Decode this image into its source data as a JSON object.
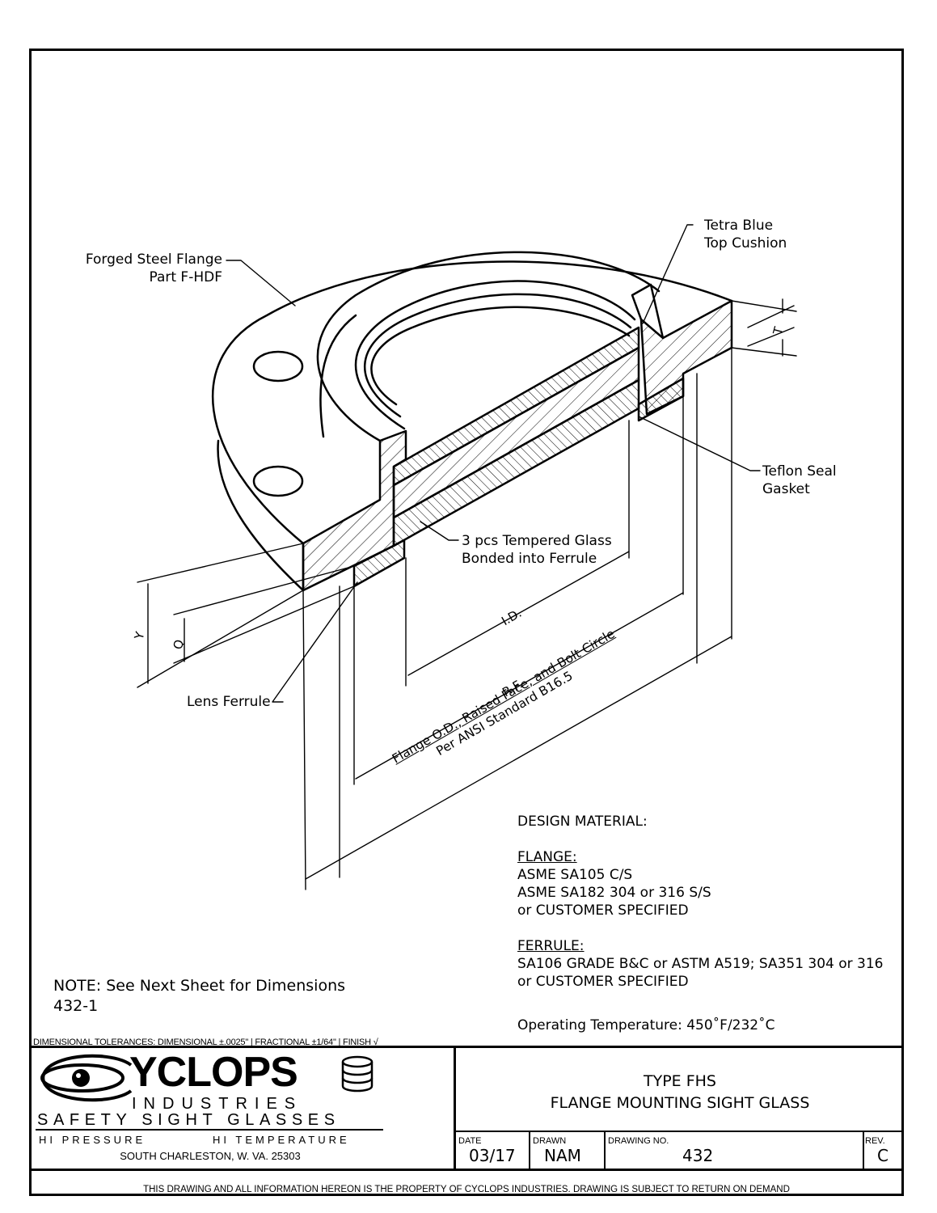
{
  "callouts": {
    "flange": [
      "Forged Steel Flange",
      "Part F-HDF"
    ],
    "cushion": [
      "Tetra Blue",
      "Top Cushion"
    ],
    "gasket": [
      "Teflon Seal",
      "Gasket"
    ],
    "glass": [
      "3 pcs Tempered Glass",
      "Bonded into Ferrule"
    ],
    "ferrule": "Lens Ferrule"
  },
  "dimensions": {
    "t": "T",
    "y": "Y",
    "q": "Q",
    "id": "I.D.",
    "rf": "R.F.",
    "od_line1": "Flange O.D., Raised Face, and Bolt Circle",
    "od_line2": "Per ANSI Standard B16.5"
  },
  "materials": {
    "heading": "DESIGN MATERIAL:",
    "flange_heading": "FLANGE:",
    "flange_lines": [
      "ASME SA105 C/S",
      "ASME SA182 304 or 316 S/S",
      "or CUSTOMER SPECIFIED"
    ],
    "ferrule_heading": "FERRULE:",
    "ferrule_lines": [
      "SA106 GRADE B&C or ASTM A519; SA351 304 or 316",
      "or CUSTOMER SPECIFIED"
    ],
    "temperature": "Operating Temperature: 450˚F/232˚C"
  },
  "note": {
    "line1": "NOTE: See Next Sheet for Dimensions",
    "line2": "432-1"
  },
  "tolerances": "DIMENSIONAL TOLERANCES:  DIMENSIONAL ±.0025\"  |  FRACTIONAL ±1/64\"  |  FINISH √",
  "title_block": {
    "logo_main": "YCLOPS",
    "logo_sub": "INDUSTRIES",
    "logo_tagline": "SAFETY SIGHT GLASSES",
    "hi_pressure": "HI PRESSURE",
    "hi_temperature": "HI TEMPERATURE",
    "address": "SOUTH CHARLESTON, W. VA. 25303",
    "title_line1": "TYPE FHS",
    "title_line2": "FLANGE MOUNTING SIGHT GLASS",
    "date_label": "DATE",
    "date_value": "03/17",
    "drawn_label": "DRAWN",
    "drawn_value": "NAM",
    "drawing_no_label": "DRAWING NO.",
    "drawing_no_value": "432",
    "rev_label": "REV.",
    "rev_value": "C",
    "property_notice": "THIS DRAWING AND ALL INFORMATION HEREON IS THE PROPERTY OF CYCLOPS INDUSTRIES.  DRAWING IS SUBJECT TO RETURN ON DEMAND"
  }
}
